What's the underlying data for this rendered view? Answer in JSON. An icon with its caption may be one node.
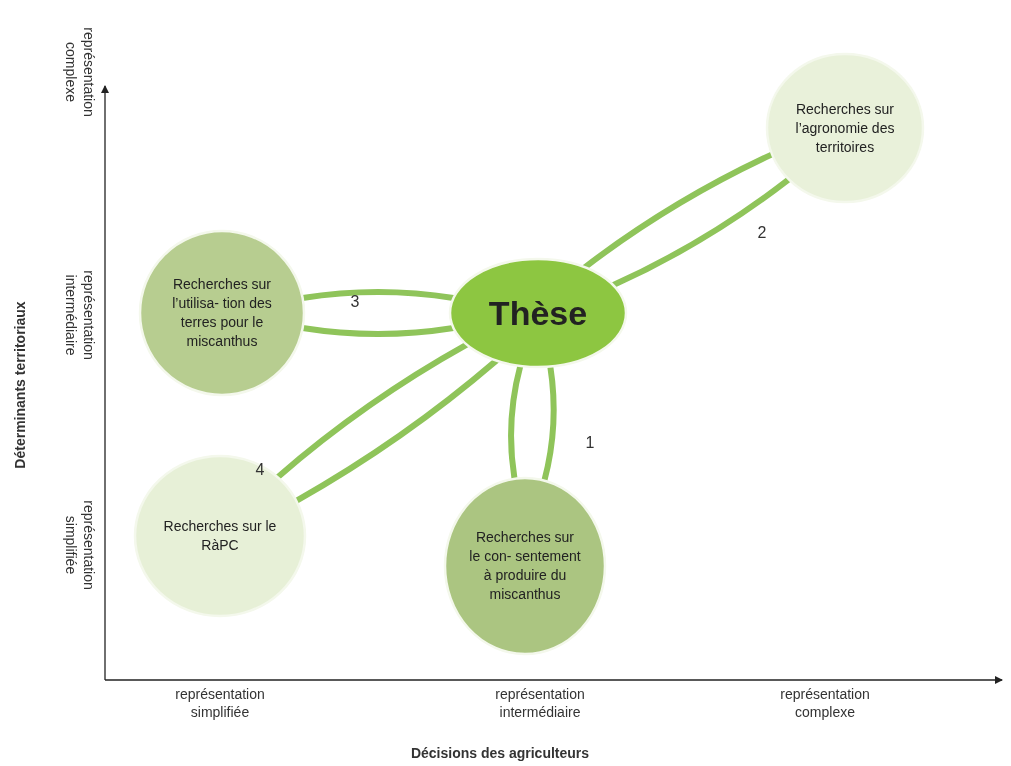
{
  "diagram": {
    "nodes": [
      {
        "text": [
          "Recherches sur l’agronomie des territoires"
        ]
      },
      {
        "text": [
          "Recherches sur l’utilisa- tion des terres pour le miscanthus"
        ]
      },
      {
        "text": [
          "Thèse"
        ]
      },
      {
        "text": [
          "Recherches sur le RàPC"
        ]
      },
      {
        "text": [
          "Recherches sur le con- sentement à produire du miscanthus"
        ]
      }
    ],
    "edges": [
      {
        "from": 2,
        "to": 0,
        "arrow": "none"
      },
      {
        "from": 2,
        "to": 0,
        "arrow": "none"
      },
      {
        "from": 2,
        "to": 1,
        "arrow": "none"
      },
      {
        "from": 2,
        "to": 1,
        "arrow": "none"
      },
      {
        "from": 2,
        "to": 3,
        "arrow": "none"
      },
      {
        "from": 2,
        "to": 3,
        "arrow": "none"
      },
      {
        "from": 2,
        "to": 4,
        "arrow": "none"
      },
      {
        "from": 2,
        "to": 4,
        "arrow": "none"
      }
    ],
    "labels": [
      "représentation complexe",
      "2",
      "représentation intermédiaire",
      "3",
      "Déterminants territoriaux",
      "4",
      "1",
      "représentation simplifiée",
      "représentation simplifiée",
      "représentation intermédiaire",
      "représentation complexe",
      "Décisions des agriculteurs"
    ]
  }
}
